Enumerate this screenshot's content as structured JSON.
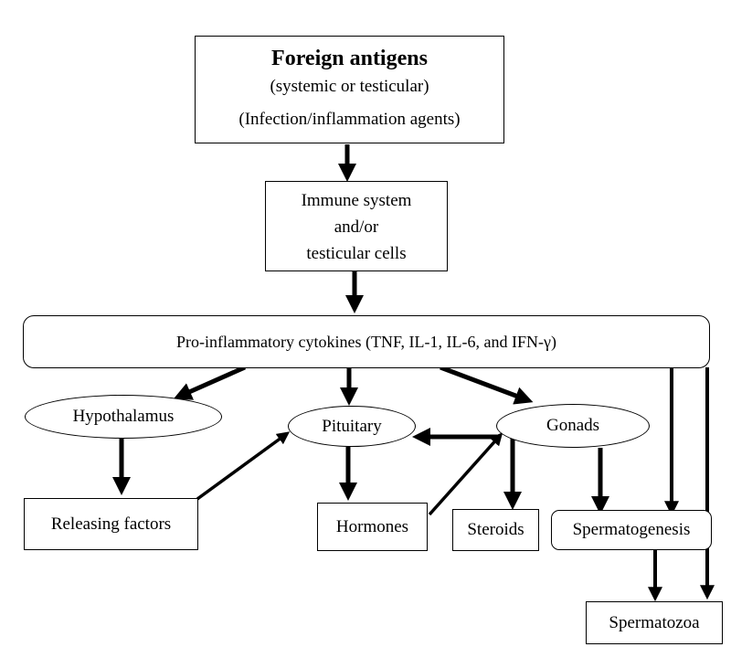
{
  "nodes": {
    "foreign_antigens": {
      "title": "Foreign antigens",
      "line2": "(systemic or testicular)",
      "line3": "(Infection/inflammation agents)"
    },
    "immune_system": {
      "line1": "Immune system",
      "line2": "and/or",
      "line3": "testicular cells"
    },
    "cytokines": {
      "label": "Pro-inflammatory cytokines (TNF, IL-1, IL-6, and IFN-γ)"
    },
    "hypothalamus": {
      "label": "Hypothalamus"
    },
    "pituitary": {
      "label": "Pituitary"
    },
    "gonads": {
      "label": "Gonads"
    },
    "releasing_factors": {
      "label": "Releasing factors"
    },
    "hormones": {
      "label": "Hormones"
    },
    "steroids": {
      "label": "Steroids"
    },
    "spermatogenesis": {
      "label": "Spermatogenesis"
    },
    "spermatozoa": {
      "label": "Spermatozoa"
    }
  }
}
